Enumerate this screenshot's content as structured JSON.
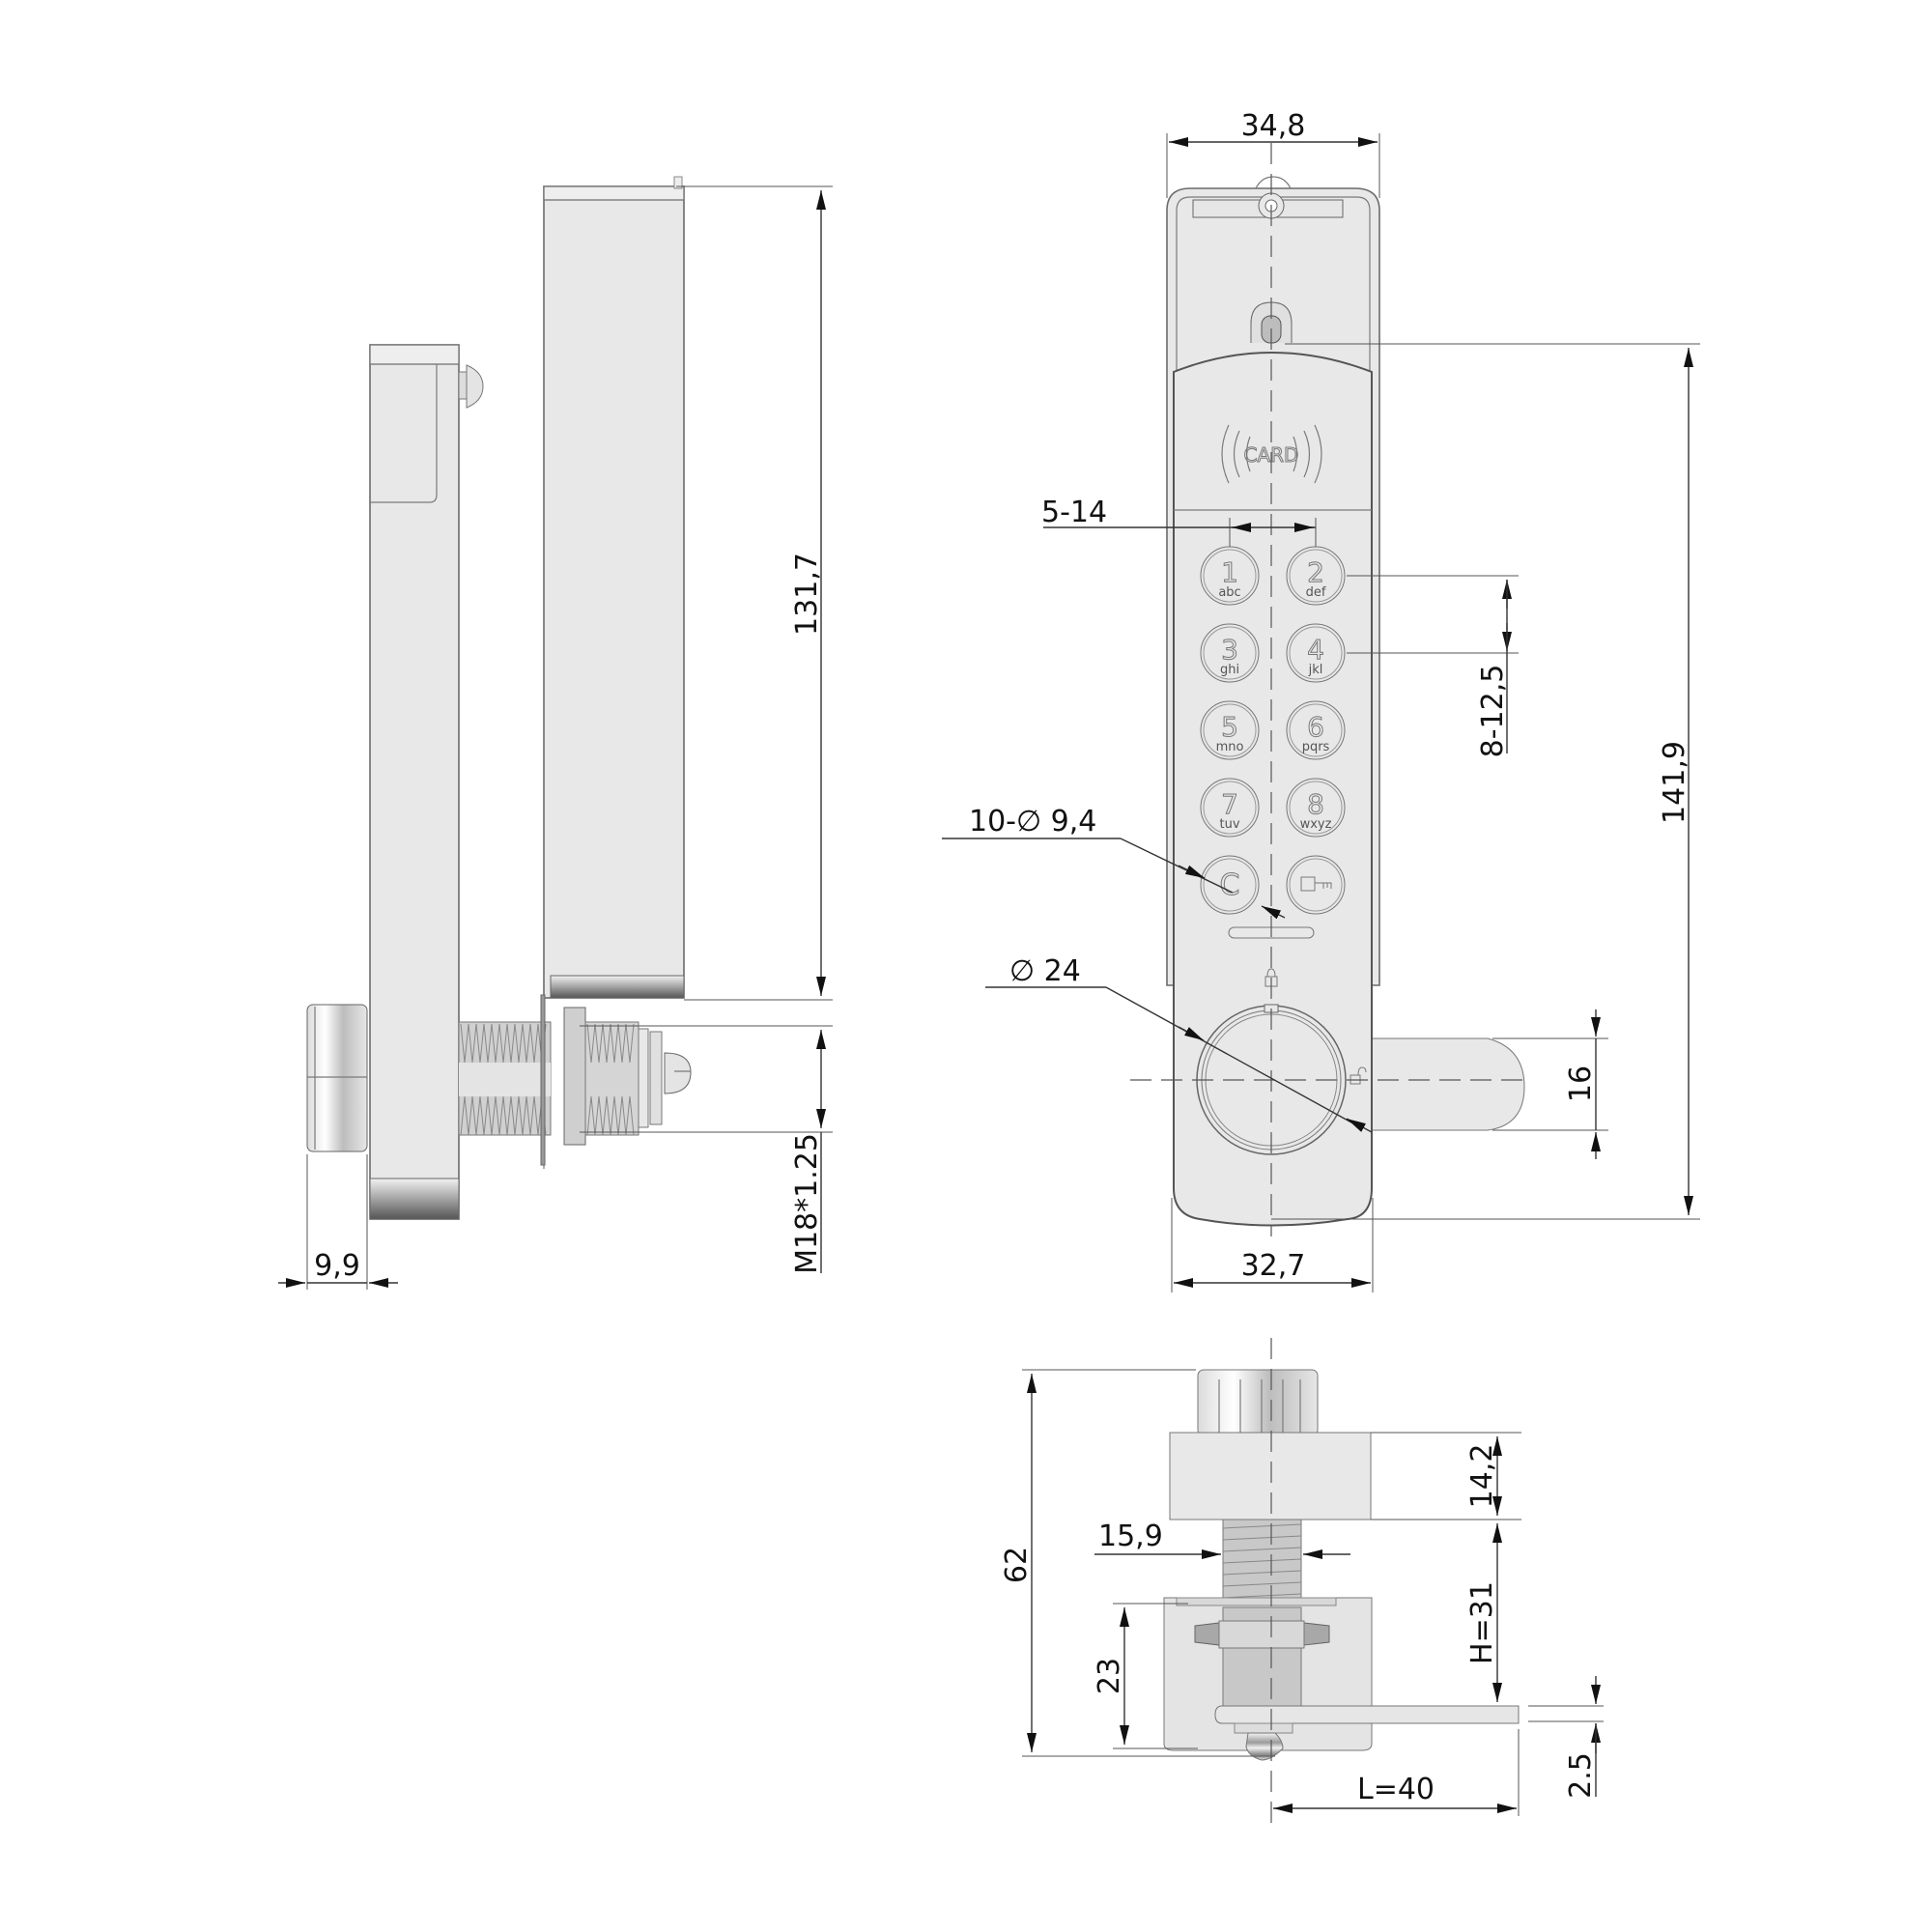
{
  "drawing": {
    "subject": "Electronic keypad / RFID card cam lock — technical dimension drawing",
    "views": [
      "side-view",
      "front-view",
      "bottom-view"
    ]
  },
  "front_view": {
    "card_label": "CARD",
    "keys": [
      {
        "digit": "1",
        "letters": "abc"
      },
      {
        "digit": "2",
        "letters": "def"
      },
      {
        "digit": "3",
        "letters": "ghi"
      },
      {
        "digit": "4",
        "letters": "jkl"
      },
      {
        "digit": "5",
        "letters": "mno"
      },
      {
        "digit": "6",
        "letters": "pqrs"
      },
      {
        "digit": "7",
        "letters": "tuv"
      },
      {
        "digit": "8",
        "letters": "wxyz"
      },
      {
        "digit": "C",
        "letters": ""
      },
      {
        "digit": "key",
        "letters": ""
      }
    ]
  },
  "dimensions": {
    "side_height": "131,7",
    "thread_spec": "M18*1.25",
    "knob_depth": "9,9",
    "top_width": "34,8",
    "key_spacing_h": "5-14",
    "key_spacing_v": "8-12,5",
    "key_diameter": "10-∅ 9,4",
    "knob_diameter": "∅ 24",
    "total_height": "141,9",
    "cam_width": "16",
    "bottom_width": "32,7",
    "overall_length": "62",
    "collar_height": "14,2",
    "thread_diameter": "15,9",
    "housing_height": "23",
    "h_value": "H=31",
    "cam_thickness": "2.5",
    "l_value": "L=40"
  },
  "colors": {
    "body": "#e8e8e8",
    "outline": "#6b6b6b",
    "dimension": "#333333",
    "text": "#111111"
  }
}
